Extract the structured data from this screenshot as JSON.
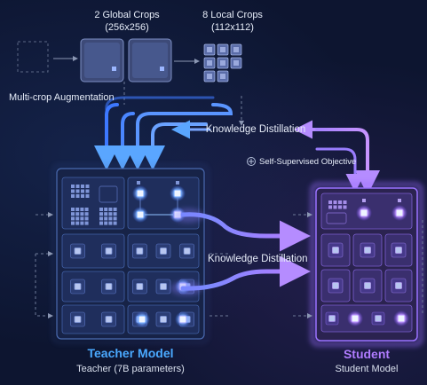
{
  "labels": {
    "global_crops": "2 Global Crops",
    "global_size": "(256x256)",
    "local_crops": "8 Local Crops",
    "local_size": "(112x112)",
    "multicrop": "Multi-crop Augmentation",
    "kd_top": "Knowledge Distillation",
    "ssl": "Self-Supervised Objective",
    "kd_mid": "Knowledge Distillation",
    "teacher_title": "Teacher Model",
    "teacher_sub": "Teacher (7B parameters)",
    "student_title": "Student",
    "student_sub": "Student Model"
  },
  "colors": {
    "background": "#0d1530",
    "teacher_accent": "#4aa9ff",
    "student_accent": "#b07cff",
    "kd_arrow": "#8f7dff"
  },
  "teacher": {
    "cells": 8
  },
  "student": {
    "cells": 6
  },
  "crops": {
    "global": 2,
    "local": 8
  }
}
